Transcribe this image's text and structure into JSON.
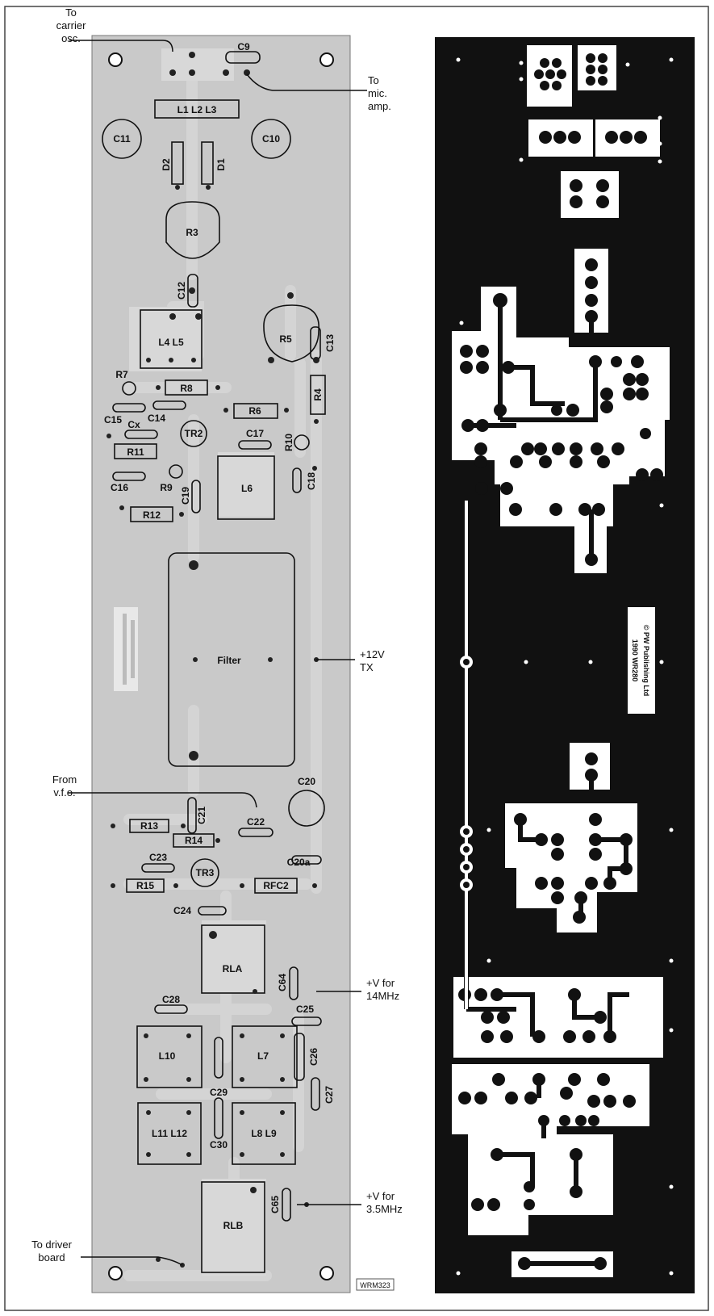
{
  "colors": {
    "board": "#c9c9c9",
    "copper_track": "#d8d8d8",
    "pcb_bg": "#111111",
    "pcb_copper": "#ffffff",
    "frame": "#444444"
  },
  "component_layout": {
    "external_labels": [
      {
        "id": "to_carrier",
        "lines": [
          "To",
          "carrier",
          "osc."
        ]
      },
      {
        "id": "to_mic",
        "lines": [
          "To",
          "mic.",
          "amp."
        ]
      },
      {
        "id": "v12tx",
        "lines": [
          "+12V",
          "TX"
        ]
      },
      {
        "id": "from_vfo",
        "lines": [
          "From",
          "v.f.o."
        ]
      },
      {
        "id": "v14",
        "lines": [
          "+V for",
          "14MHz"
        ]
      },
      {
        "id": "v35",
        "lines": [
          "+V for",
          "3.5MHz"
        ]
      },
      {
        "id": "to_driver",
        "lines": [
          "To driver",
          "board"
        ]
      }
    ],
    "components": {
      "c9": "C9",
      "l1l2l3": "L1 L2 L3",
      "c11": "C11",
      "c10": "C10",
      "d2": "D2",
      "d1": "D1",
      "r3": "R3",
      "c12": "C12",
      "l4l5": "L4 L5",
      "r5": "R5",
      "c13": "C13",
      "r7": "R7",
      "r8": "R8",
      "r4": "R4",
      "c15": "C15",
      "c14": "C14",
      "r6": "R6",
      "cx": "Cx",
      "tr2": "TR2",
      "c17": "C17",
      "r10": "R10",
      "r11": "R11",
      "c16": "C16",
      "r9": "R9",
      "c19": "C19",
      "l6": "L6",
      "c18": "C18",
      "r12": "R12",
      "filter": "Filter",
      "c20": "C20",
      "c21": "C21",
      "r13": "R13",
      "c22": "C22",
      "r14": "R14",
      "c23": "C23",
      "c20a": "C20a",
      "tr3": "TR3",
      "r15": "R15",
      "rfc2": "RFC2",
      "c24": "C24",
      "rla": "RLA",
      "c64": "C64",
      "c28": "C28",
      "c25": "C25",
      "l10": "L10",
      "l7": "L7",
      "c26": "C26",
      "c29": "C29",
      "c27": "C27",
      "l11l12": "L11 L12",
      "c30": "C30",
      "l8l9": "L8 L9",
      "rlb": "RLB",
      "c65": "C65"
    },
    "code": "WRM323"
  },
  "foil_layout": {
    "copyright": [
      "©  PW Publishing Ltd",
      "1990        WR280"
    ]
  }
}
